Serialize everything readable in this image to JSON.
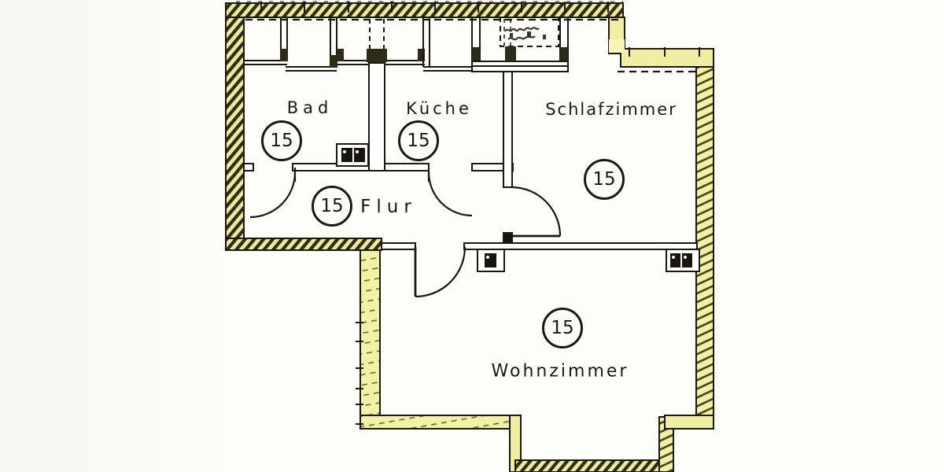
{
  "plan": {
    "title": "apartment floor plan",
    "rooms": [
      {
        "id": "bad",
        "label": "Bad",
        "number": "15"
      },
      {
        "id": "kueche",
        "label": "Küche",
        "number": "15"
      },
      {
        "id": "schlafzimmer",
        "label": "Schlafzimmer",
        "number": "15"
      },
      {
        "id": "flur",
        "label": "Flur",
        "number": "15"
      },
      {
        "id": "wohnzimmer",
        "label": "Wohnzimmer",
        "number": "15"
      }
    ],
    "icons": {
      "bad_wall_niche": "double-radiator-icon",
      "wohnzimmer_left_niche": "single-radiator-icon",
      "wohnzimmer_right_niche": "double-radiator-icon"
    },
    "colors": {
      "highlight_yellow": "#f0eea0",
      "wall_line": "#1b190f",
      "hatch_dark": "#33301a",
      "paper": "#fdfdf9"
    }
  }
}
